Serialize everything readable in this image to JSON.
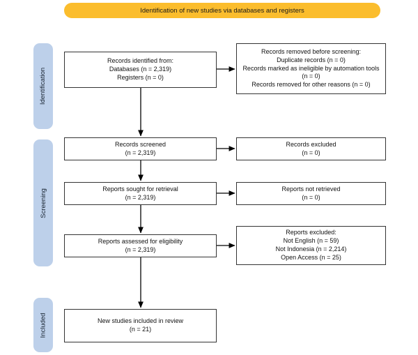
{
  "banner": {
    "label": "Identification of new studies via databases and registers",
    "bg_color": "#FBBD2D",
    "text_color": "#1A1A1A"
  },
  "stages": [
    {
      "label": "Identification"
    },
    {
      "label": "Screening"
    },
    {
      "label": "Included"
    }
  ],
  "boxes": {
    "records_identified": {
      "lines": [
        "Records identified from:",
        "Databases (n = 2,319)",
        "Registers (n = 0)"
      ]
    },
    "records_removed": {
      "lines": [
        "Records removed before screening:",
        "Duplicate records (n = 0)",
        "Records marked as ineligible by automation tools (n = 0)",
        "Records removed for other reasons (n = 0)"
      ]
    },
    "records_screened": {
      "lines": [
        "Records screened",
        "(n = 2,319)"
      ]
    },
    "records_excluded": {
      "lines": [
        "Records excluded",
        "(n = 0)"
      ]
    },
    "reports_sought": {
      "lines": [
        "Reports sought for retrieval",
        "(n = 2,319)"
      ]
    },
    "reports_not_retrieved": {
      "lines": [
        "Reports not retrieved",
        "(n = 0)"
      ]
    },
    "reports_assessed": {
      "lines": [
        "Reports assessed for eligibility",
        "(n = 2,319)"
      ]
    },
    "reports_excluded": {
      "lines": [
        "Reports excluded:",
        "Not English (n = 59)",
        "Not Indonesia (n = 2,214)",
        "Open Access (n = 25)"
      ]
    },
    "new_studies_included": {
      "lines": [
        "New studies included in review",
        "(n = 21)"
      ]
    }
  },
  "colors": {
    "stage_bg": "#BDD0EA",
    "box_border": "#333333",
    "arrow": "#000000",
    "background": "#FFFFFF"
  }
}
